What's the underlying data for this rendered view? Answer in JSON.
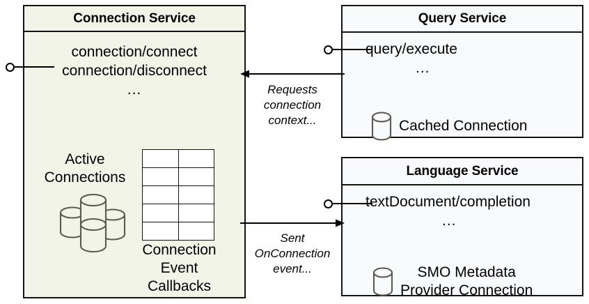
{
  "diagram": {
    "type": "uml-component-diagram",
    "background": "#ffffff",
    "stroke_color": "#13130f",
    "cylinder_stroke": "#5a5a52"
  },
  "components": {
    "connection_service": {
      "title": "Connection Service",
      "fill": "#f2f4e7",
      "operations": [
        "connection/connect",
        "connection/disconnect",
        "..."
      ],
      "active_connections": {
        "label_line1": "Active",
        "label_line2": "Connections",
        "icon": "database-cluster-icon",
        "cylinder_count": 4
      },
      "callbacks": {
        "label_line1": "Connection",
        "label_line2": "Event",
        "label_line3": "Callbacks",
        "table_rows": 5,
        "table_cols": 2
      },
      "interface_label": ""
    },
    "query_service": {
      "title": "Query Service",
      "fill": "#f9fafb",
      "operations": [
        "query/execute",
        "..."
      ],
      "resource": {
        "label": "Cached Connection",
        "icon": "database-icon"
      }
    },
    "language_service": {
      "title": "Language Service",
      "fill": "#f9fafb",
      "operations": [
        "textDocument/completion",
        "..."
      ],
      "resource": {
        "label_line1": "SMO Metadata",
        "label_line2": "Provider Connection",
        "icon": "database-icon"
      }
    }
  },
  "flows": [
    {
      "id": "requests-connection-context",
      "direction": "query-service-to-connection-service",
      "label_line1": "Requests",
      "label_line2": "connection",
      "label_line3": "context..."
    },
    {
      "id": "sent-onconnection-event",
      "direction": "connection-service-to-language-service",
      "label_line1": "Sent",
      "label_line2": "OnConnection",
      "label_line3": "event..."
    }
  ]
}
